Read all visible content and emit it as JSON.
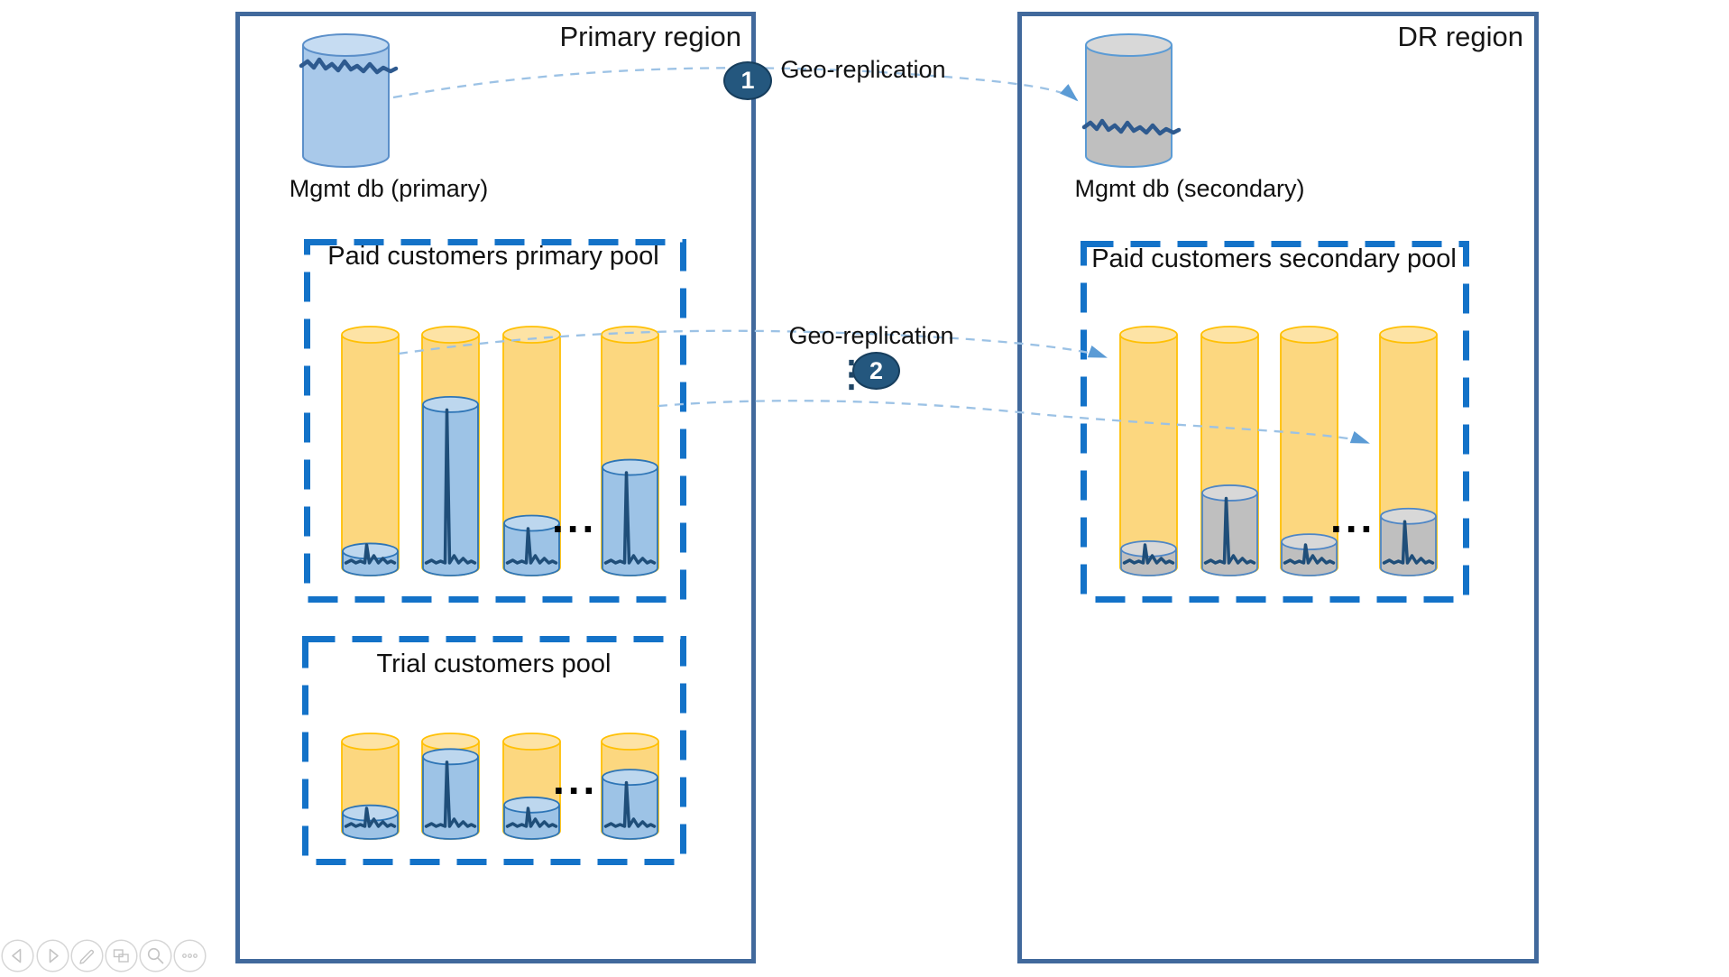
{
  "slide": {
    "primary_region": {
      "title": "Primary region",
      "mgmt_db_label": "Mgmt db (primary)",
      "paid_pool": {
        "title": "Paid customers primary pool",
        "ellipsis": "...",
        "db_fill_percents": [
          7,
          70,
          19,
          43
        ]
      },
      "trial_pool": {
        "title": "Trial customers pool",
        "ellipsis": "...",
        "db_fill_percents": [
          20,
          83,
          29,
          60
        ]
      }
    },
    "dr_region": {
      "title": "DR region",
      "mgmt_db_label": "Mgmt db (secondary)",
      "paid_pool": {
        "title": "Paid customers secondary pool",
        "ellipsis": "...",
        "db_fill_percents": [
          8,
          32,
          11,
          22
        ]
      }
    },
    "annotations": {
      "geo_replication_1": {
        "label": "Geo-replication",
        "badge": "1"
      },
      "geo_replication_2": {
        "label": "Geo-replication",
        "badge": "2",
        "vertical_ellipsis": "⋮"
      }
    },
    "toolbar": {
      "items": [
        {
          "icon": "previous-slide-icon"
        },
        {
          "icon": "next-slide-icon"
        },
        {
          "icon": "pen-tools-icon"
        },
        {
          "icon": "see-all-slides-icon"
        },
        {
          "icon": "zoom-slide-icon"
        },
        {
          "icon": "more-options-icon"
        }
      ]
    },
    "colors": {
      "region_border": "#41699C",
      "pool_border": "#1372C8",
      "yellow_fill": "#FCD77F",
      "yellow_top": "#FDE3A5",
      "yellow_stroke": "#FFC005",
      "blue_fill": "#9DC3E6",
      "blue_top": "#BDD7EE",
      "blue_stroke": "#2E75B6",
      "gray_fill": "#BFBFBF",
      "gray_top": "#D8D8D8",
      "gray_stroke": "#4E86C6",
      "mgmt_blue_fill": "#A9C9EA",
      "mgmt_blue_top": "#C6DCF2",
      "mgmt_blue_stroke": "#5B8FC9",
      "mgmt_gray_stroke": "#5B9BD5",
      "wave_stroke": "#2E5A8F",
      "spike_stroke": "#1F4E79",
      "arrow_dash": "#9CC2E5",
      "arrow_head": "#5B9BD5",
      "badge_fill": "#24577E",
      "badge_border": "#173E5D"
    }
  }
}
